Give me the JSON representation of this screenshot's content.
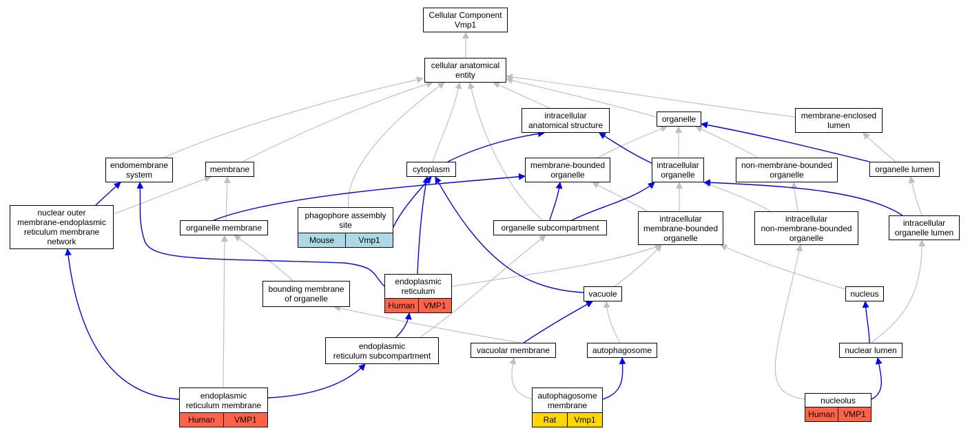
{
  "colors": {
    "is_a": "#c0c0c0",
    "part_of": "#0000ee",
    "human": "#ff6347",
    "mouse": "#add8e6",
    "rat": "#ffd700"
  },
  "nodes": {
    "root": {
      "lines": [
        "Cellular Component",
        "Vmp1"
      ]
    },
    "cae": {
      "lines": [
        "cellular anatomical",
        "entity"
      ]
    },
    "ias": {
      "lines": [
        "intracellular",
        "anatomical structure"
      ]
    },
    "organelle": {
      "lines": [
        "organelle"
      ]
    },
    "mel": {
      "lines": [
        "membrane-enclosed",
        "lumen"
      ]
    },
    "endomembrane": {
      "lines": [
        "endomembrane",
        "system"
      ]
    },
    "membrane": {
      "lines": [
        "membrane"
      ]
    },
    "cytoplasm": {
      "lines": [
        "cytoplasm"
      ]
    },
    "mbo": {
      "lines": [
        "membrane-bounded",
        "organelle"
      ]
    },
    "io": {
      "lines": [
        "intracellular",
        "organelle"
      ]
    },
    "nmbo": {
      "lines": [
        "non-membrane-bounded",
        "organelle"
      ]
    },
    "ol": {
      "lines": [
        "organelle lumen"
      ]
    },
    "nomer": {
      "lines": [
        "nuclear outer",
        "membrane-endoplasmic",
        "reticulum membrane",
        "network"
      ]
    },
    "om": {
      "lines": [
        "organelle membrane"
      ]
    },
    "pas": {
      "lines": [
        "phagophore assembly",
        "site"
      ],
      "tags": [
        "Mouse",
        "Vmp1"
      ]
    },
    "osc": {
      "lines": [
        "organelle subcompartment"
      ]
    },
    "imbo": {
      "lines": [
        "intracellular",
        "membrane-bounded",
        "organelle"
      ]
    },
    "inmbo": {
      "lines": [
        "intracellular",
        "non-membrane-bounded",
        "organelle"
      ]
    },
    "iol": {
      "lines": [
        "intracellular",
        "organelle lumen"
      ]
    },
    "er": {
      "lines": [
        "endoplasmic",
        "reticulum"
      ],
      "tags": [
        "Human",
        "VMP1"
      ]
    },
    "bmo": {
      "lines": [
        "bounding membrane",
        "of organelle"
      ]
    },
    "vacuole": {
      "lines": [
        "vacuole"
      ]
    },
    "nucleus": {
      "lines": [
        "nucleus"
      ]
    },
    "ersc": {
      "lines": [
        "endoplasmic",
        "reticulum subcompartment"
      ]
    },
    "vm": {
      "lines": [
        "vacuolar membrane"
      ]
    },
    "autophagosome": {
      "lines": [
        "autophagosome"
      ]
    },
    "nl": {
      "lines": [
        "nuclear lumen"
      ]
    },
    "erm": {
      "lines": [
        "endoplasmic",
        "reticulum membrane"
      ],
      "tags": [
        "Human",
        "VMP1"
      ]
    },
    "am": {
      "lines": [
        "autophagosome",
        "membrane"
      ],
      "tags": [
        "Rat",
        "Vmp1"
      ]
    },
    "nucleolus": {
      "lines": [
        "nucleolus"
      ],
      "tags": [
        "Human",
        "VMP1"
      ]
    }
  }
}
